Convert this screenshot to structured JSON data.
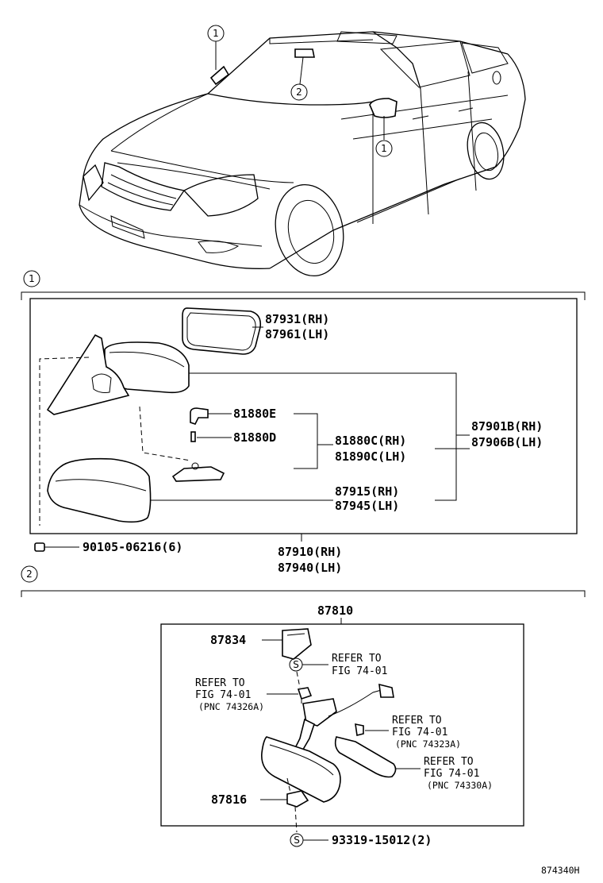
{
  "callouts": {
    "one": "1",
    "two": "2"
  },
  "car": {
    "callout_a": "1",
    "callout_b": "2",
    "callout_c": "1"
  },
  "section1": {
    "glass": {
      "rh": "87931(RH)",
      "lh": "87961(LH)"
    },
    "assembly": {
      "rh": "87901B(RH)",
      "lh": "87906B(LH)"
    },
    "socket_e": "81880E",
    "socket_d": "81880D",
    "lamp": {
      "rh": "81880C(RH)",
      "lh": "81890C(LH)"
    },
    "cover": {
      "rh": "87915(RH)",
      "lh": "87945(LH)"
    },
    "screw": "90105-06216(6)",
    "outer": {
      "rh": "87910(RH)",
      "lh": "87940(LH)"
    }
  },
  "section2": {
    "assembly": "87810",
    "part_a": "87834",
    "part_b": "87816",
    "s_symbol": "S",
    "ref1": {
      "line1": "REFER TO",
      "line2": "FIG 74-01"
    },
    "ref2": {
      "line1": "REFER TO",
      "line2": "FIG 74-01",
      "line3": "(PNC 74326A)"
    },
    "ref3": {
      "line1": "REFER TO",
      "line2": "FIG 74-01",
      "line3": "(PNC 74323A)"
    },
    "ref4": {
      "line1": "REFER TO",
      "line2": "FIG 74-01",
      "line3": "(PNC 74330A)"
    },
    "bolt": "93319-15012(2)"
  },
  "footer": {
    "code": "874340H"
  }
}
